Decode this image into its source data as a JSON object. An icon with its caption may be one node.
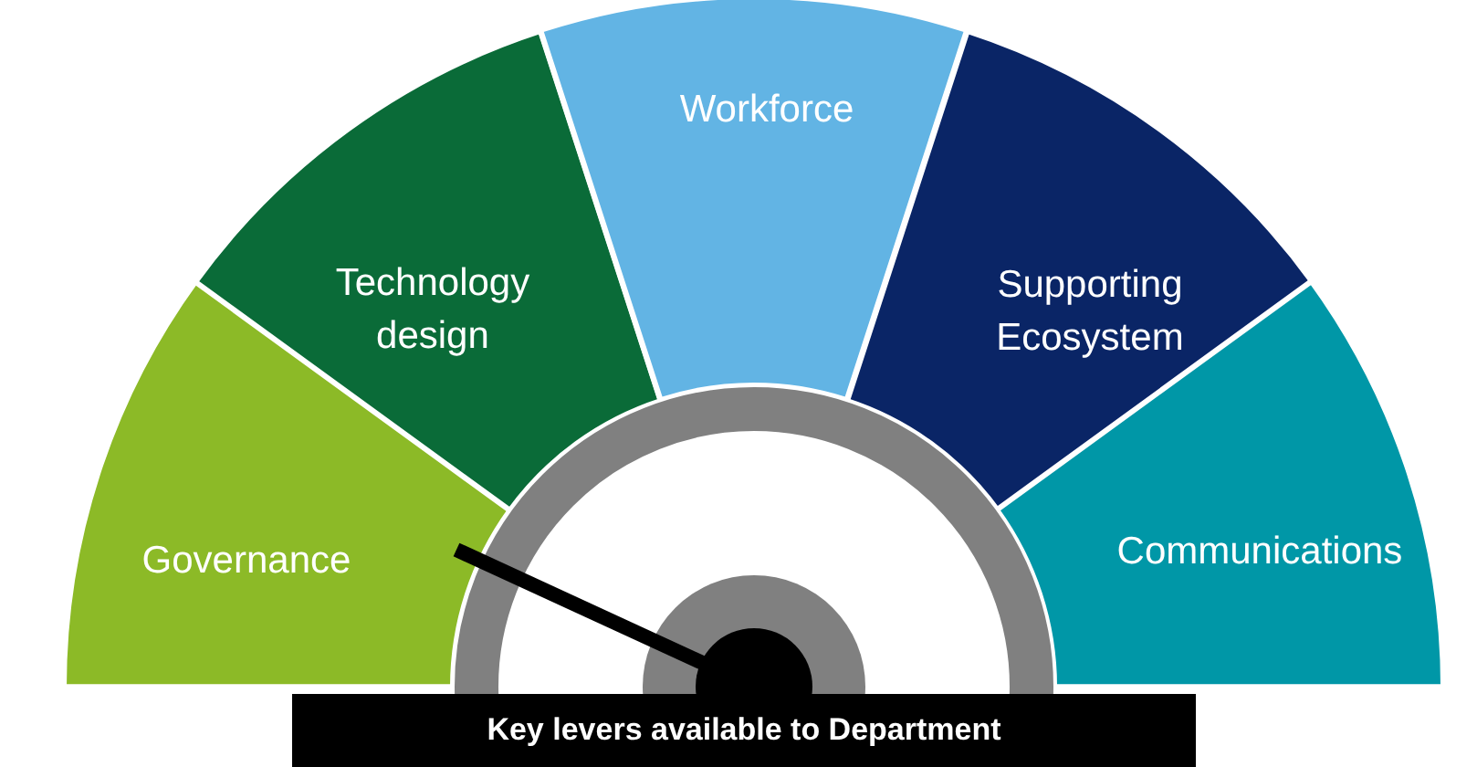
{
  "diagram": {
    "nodes": [
      {
        "text": [
          "Governance"
        ]
      },
      {
        "text": [
          "Technology design"
        ]
      },
      {
        "text": [
          "Workforce"
        ]
      },
      {
        "text": [
          "Supporting Ecosystem"
        ]
      },
      {
        "text": [
          "Communications"
        ]
      }
    ],
    "labels": [
      "Key levers available to Department"
    ]
  }
}
